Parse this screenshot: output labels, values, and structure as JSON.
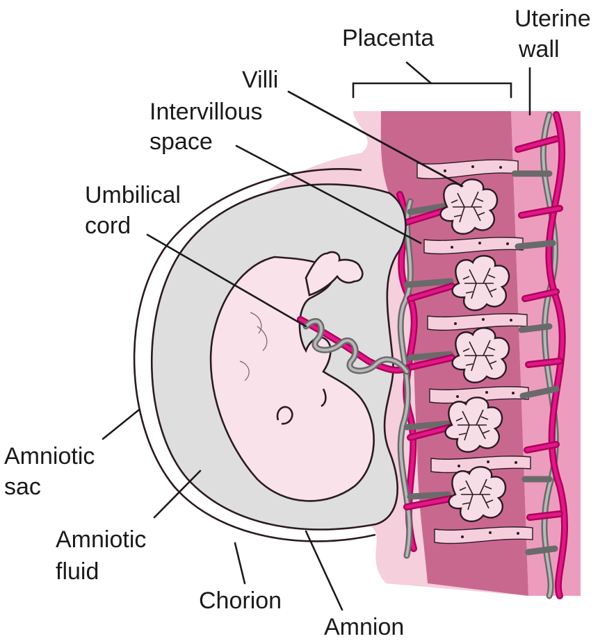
{
  "labels": {
    "placenta": "Placenta",
    "uterine_wall_1": "Uterine",
    "uterine_wall_2": "wall",
    "villi": "Villi",
    "intervillous_1": "Intervillous",
    "intervillous_2": "space",
    "umbilical_1": "Umbilical",
    "umbilical_2": "cord",
    "amniotic_sac_1": "Amniotic",
    "amniotic_sac_2": "sac",
    "amniotic_fluid_1": "Amniotic",
    "amniotic_fluid_2": "fluid",
    "chorion": "Chorion",
    "amnion": "Amnion"
  },
  "colors": {
    "uterine_wall": "#ec9dbd",
    "placenta_tissue": "#c9688f",
    "chorion_tissue": "#f6cfdc",
    "amniotic_fluid": "#dedede",
    "fetus_skin": "#f9e2ea",
    "artery": "#e0188a",
    "vein": "#8a8a8a"
  }
}
